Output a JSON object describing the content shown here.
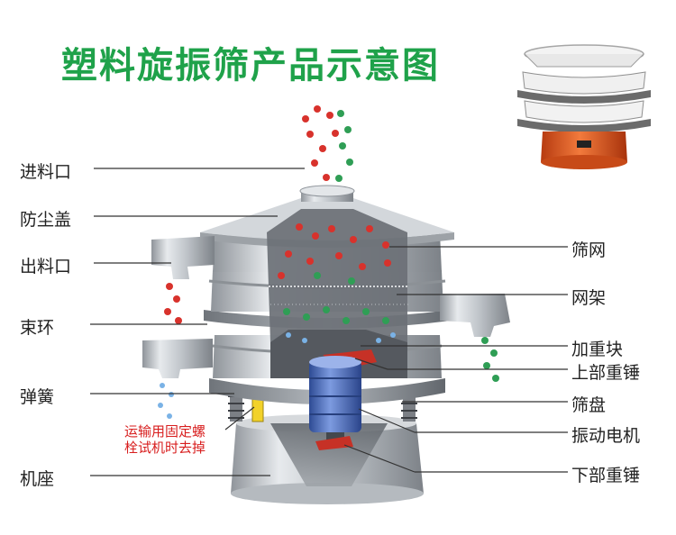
{
  "title": "塑料旋振筛产品示意图",
  "left_labels": [
    "进料口",
    "防尘盖",
    "出料口",
    "束环",
    "弹簧",
    "机座"
  ],
  "right_labels": [
    "筛网",
    "网架",
    "加重块",
    "上部重锤",
    "筛盘",
    "振动电机",
    "下部重锤"
  ],
  "note": [
    "运输用固定螺",
    "栓试机时去掉"
  ],
  "colors": {
    "title": "#1fa24a",
    "note": "#d81e1e",
    "leader_line": "#333333",
    "machine_steel": "#c7cbd0",
    "motor_blue": "#4c6fbf",
    "particle_red": "#d8322c",
    "particle_green": "#2f9e55",
    "particle_blue": "#7ab2e6",
    "spring_yellow": "#f2d22a",
    "photo_base_orange": "#e4541d"
  }
}
